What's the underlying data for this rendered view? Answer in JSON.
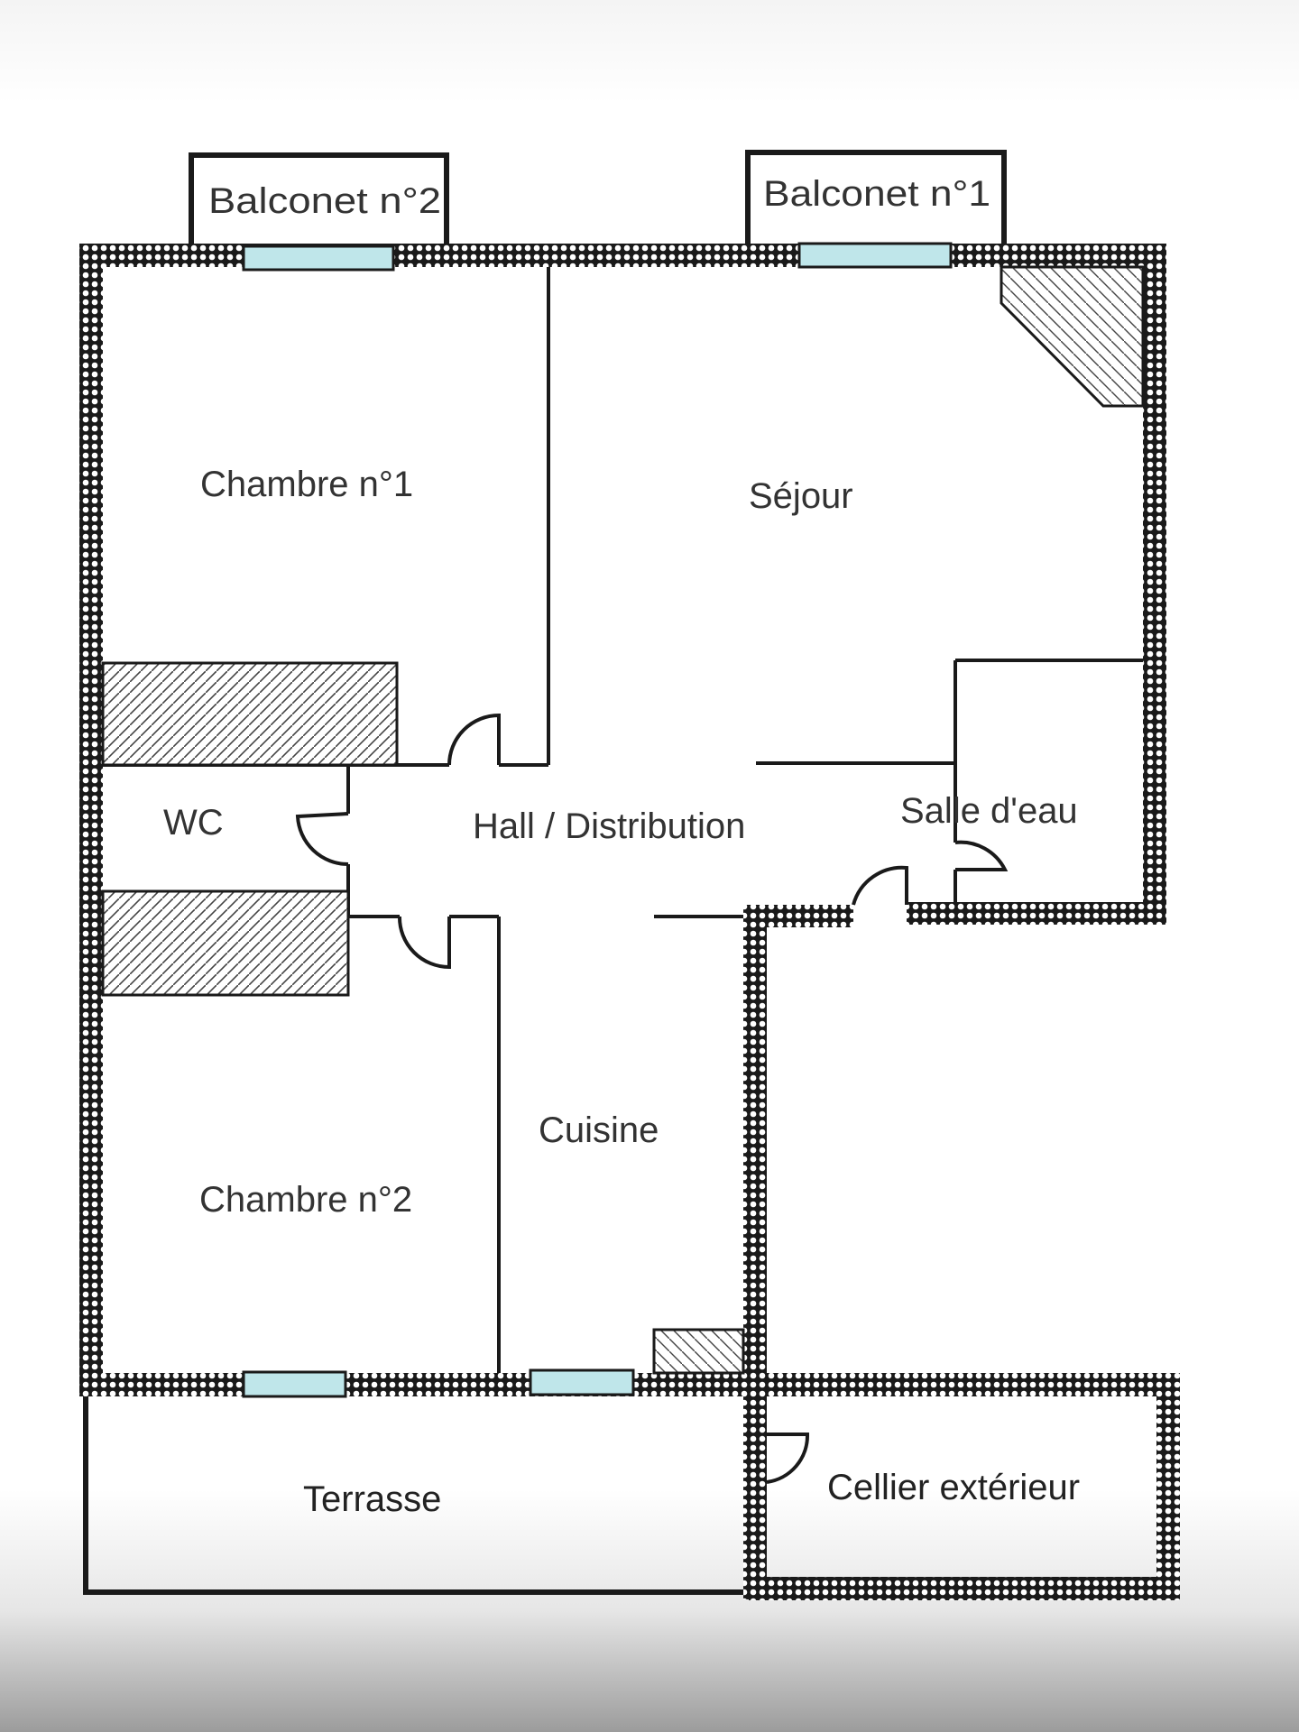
{
  "colors": {
    "wall": "#1a1a1a",
    "window": "#bfe6ea",
    "hatch": "#333333",
    "label": "#333333"
  },
  "rooms": {
    "balconet2": "Balconet n°2",
    "balconet1": "Balconet n°1",
    "chambre1": "Chambre n°1",
    "sejour": "Séjour",
    "wc": "WC",
    "hall": "Hall / Distribution",
    "salle_eau": "Salle d'eau",
    "cuisine": "Cuisine",
    "chambre2": "Chambre n°2",
    "terrasse": "Terrasse",
    "cellier": "Cellier extérieur"
  }
}
